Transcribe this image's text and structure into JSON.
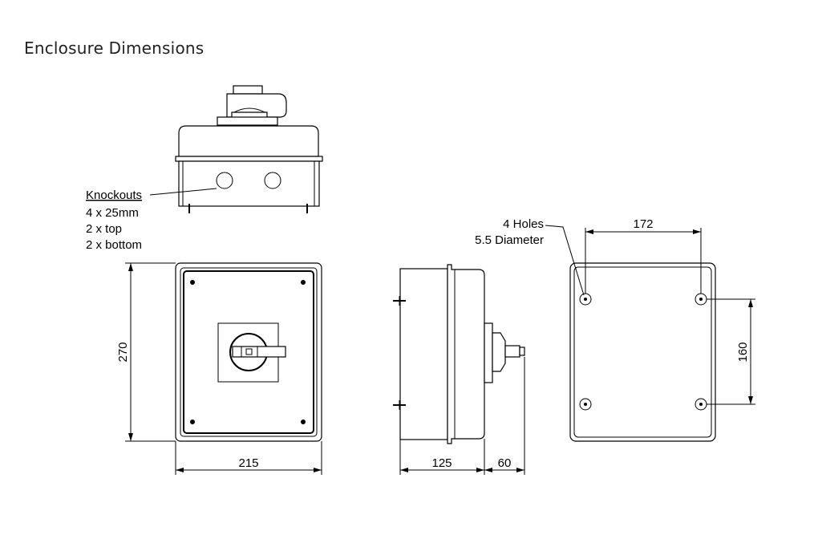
{
  "title": "Enclosure Dimensions",
  "knockouts": {
    "label": "Knockouts",
    "lines": [
      "4 x 25mm",
      "2 x top",
      "2 x bottom"
    ]
  },
  "holes": {
    "lines": [
      "4 Holes",
      "5.5 Diameter"
    ]
  },
  "dimensions": {
    "front_height": "270",
    "front_width": "215",
    "side_depth": "125",
    "handle_depth": "60",
    "mount_width": "172",
    "mount_height": "160"
  }
}
